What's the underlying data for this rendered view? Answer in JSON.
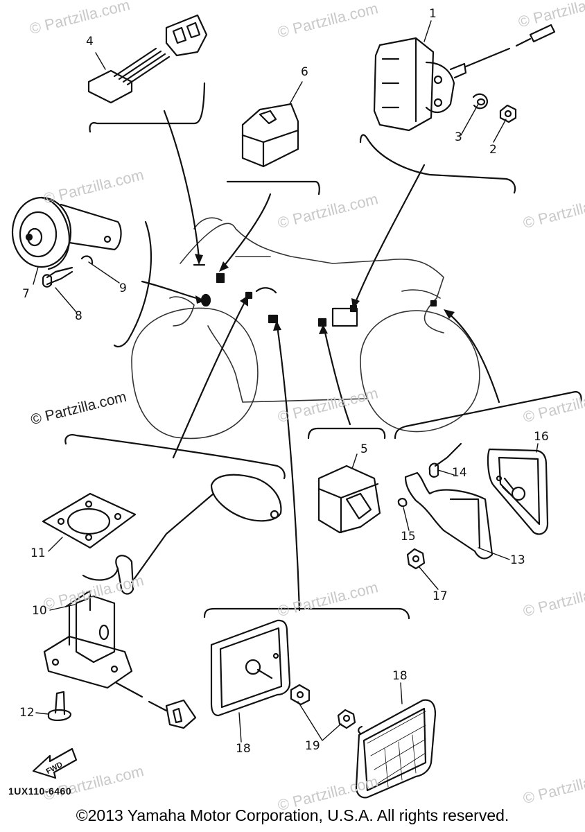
{
  "diagram": {
    "part_code": "1UX110-6460",
    "copyright": "©2013 Yamaha Motor Corporation, U.S.A. All rights reserved.",
    "fwd_label": "FWD",
    "watermark_text": "© Partzilla.com",
    "watermark_emphasis_text": "© Partzilla.com",
    "callouts": [
      "1",
      "2",
      "3",
      "4",
      "5",
      "6",
      "7",
      "8",
      "9",
      "10",
      "11",
      "12",
      "13",
      "14",
      "15",
      "16",
      "17",
      "18",
      "18",
      "18",
      "19"
    ]
  }
}
